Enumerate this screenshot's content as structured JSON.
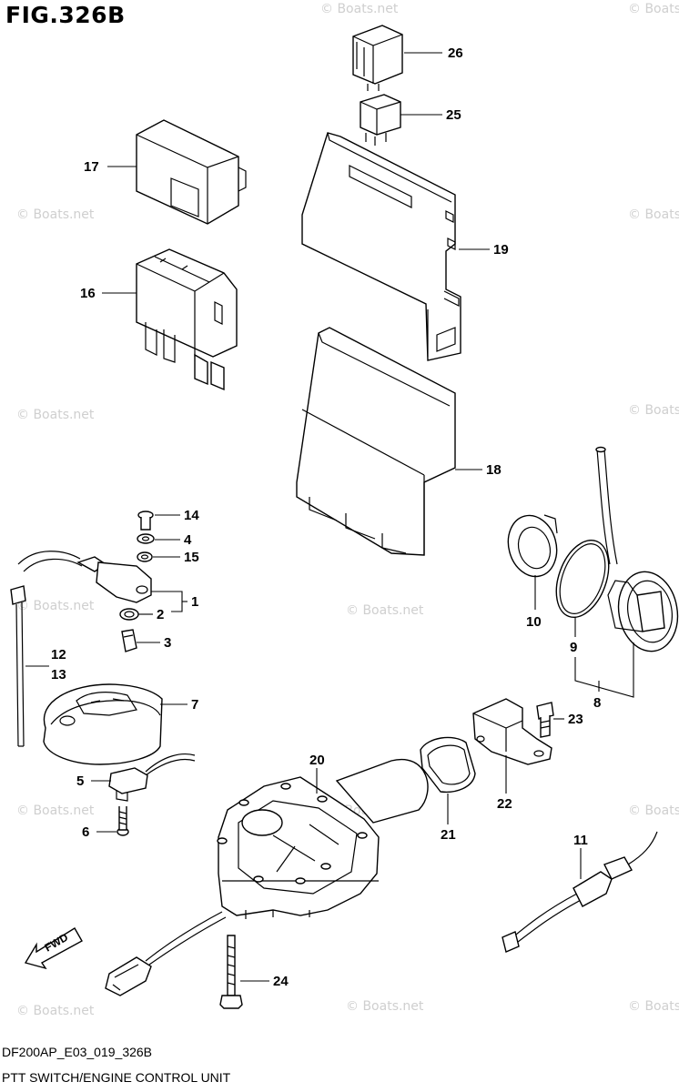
{
  "figure": {
    "title": "FIG.326B",
    "code": "DF200AP_E03_019_326B",
    "caption": "PTT SWITCH/ENGINE CONTROL UNIT"
  },
  "watermark": "© Boats.net",
  "fwd_label": "FWD",
  "callouts": {
    "c1": "1",
    "c2": "2",
    "c3": "3",
    "c4": "4",
    "c5": "5",
    "c6": "6",
    "c7": "7",
    "c8": "8",
    "c9": "9",
    "c10": "10",
    "c11": "11",
    "c12": "12",
    "c13": "13",
    "c14": "14",
    "c15": "15",
    "c16": "16",
    "c17": "17",
    "c18": "18",
    "c19": "19",
    "c20": "20",
    "c21": "21",
    "c22": "22",
    "c23": "23",
    "c24": "24",
    "c25": "25",
    "c26": "26"
  }
}
